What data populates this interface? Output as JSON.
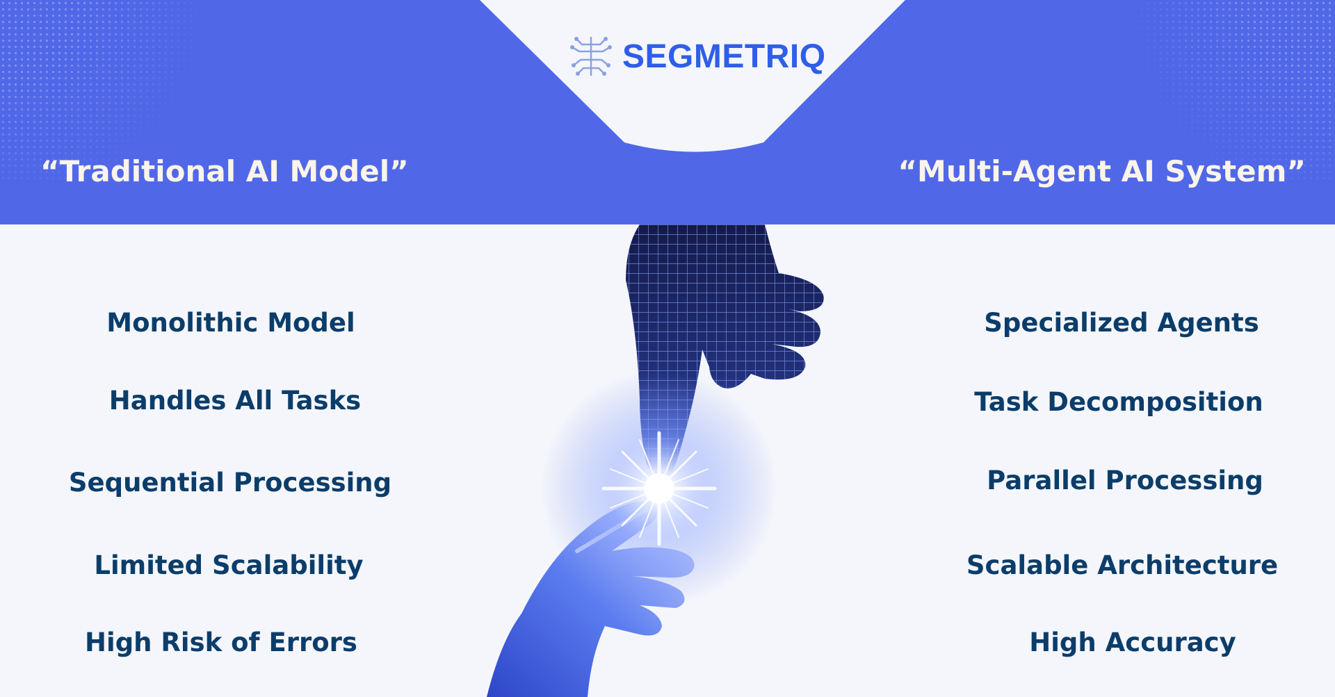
{
  "brand": {
    "name": "SEGMETRIQ",
    "logo_icon": "circuit-chip-icon",
    "color": "#2f5ee8"
  },
  "headings": {
    "left": "“Traditional AI Model”",
    "right": "“Multi-Agent AI System”"
  },
  "colors": {
    "band": "#5068e8",
    "heading_text": "#fbf4ea",
    "item_text": "#0c3d6a",
    "background": "#f4f6fb"
  },
  "traditional_items": [
    "Monolithic Model",
    "Handles All Tasks",
    "Sequential Processing",
    "Limited Scalability",
    "High Risk of Errors"
  ],
  "multi_agent_items": [
    "Specialized Agents",
    "Task Decomposition",
    "Parallel Processing",
    "Scalable Architecture",
    "High Accuracy"
  ],
  "illustration": {
    "top": "digital-wireframe-hand-icon",
    "bottom": "human-hand-icon",
    "center": "light-spark-icon"
  }
}
